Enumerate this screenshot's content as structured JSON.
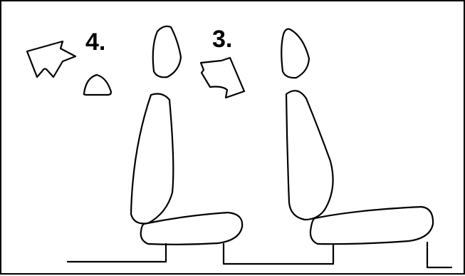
{
  "diagram": {
    "steps": [
      {
        "id": "step-4",
        "label": "4."
      },
      {
        "id": "step-3",
        "label": "3."
      }
    ],
    "colors": {
      "stroke": "#000000",
      "fill": "#ffffff"
    },
    "icons": [
      "rotate-arrow-left-icon",
      "rotate-arrow-right-icon",
      "headrest-icon",
      "seat-icon"
    ]
  }
}
